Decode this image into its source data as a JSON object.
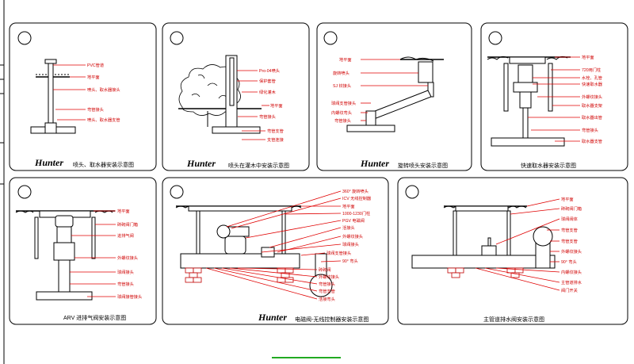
{
  "colors": {
    "label": "#d00000",
    "leader": "#e00000",
    "line": "#000000",
    "accent_line": "#22aa22"
  },
  "panels": [
    {
      "id": "p1",
      "logo": "Hunter",
      "caption": "喷头、取水器安装示意图",
      "labels": [
        "PVC管道",
        "地平面",
        "喷头、取水器接头",
        "弯管接头",
        "喷头、取水器支管"
      ]
    },
    {
      "id": "p2",
      "logo": "Hunter",
      "caption": "喷头在灌木中安装示意图",
      "labels": [
        "Pro-04喷头",
        "保护套管",
        "绿化灌木",
        "地平面",
        "弯管接头",
        "弯管支管",
        "支管连接"
      ]
    },
    {
      "id": "p3",
      "logo": "Hunter",
      "caption": "旋转喷头安装示意图",
      "labels": [
        "地平面",
        "旋转喷头",
        "SJ 铰接头",
        "球阀支管接头",
        "内螺纹弯头",
        "弯管接头"
      ]
    },
    {
      "id": "p4",
      "logo": "",
      "caption": "快速取水器安装示意图",
      "labels": [
        "地平面",
        "720用门柱",
        "水栓、孔管",
        "快速取水器",
        "外螺纹接头",
        "取水器支架",
        "取水器出管",
        "弯管接头",
        "取水器支管"
      ]
    },
    {
      "id": "p5",
      "logo": "",
      "caption": "ARV 进排气阀安装示意图",
      "labels": [
        "地平面",
        "砖砌阀门箱",
        "进排气阀",
        "外螺纹接头",
        "球阀接头",
        "弯管接头",
        "球阀接管接头"
      ]
    },
    {
      "id": "p6",
      "logo": "Hunter",
      "caption": "电磁阀-无线控制器安装示意图",
      "labels": [
        "360° 旋转喷头",
        "ICV 无线控制器",
        "地平面",
        "1000-1230门柱",
        "PGV 电磁阀",
        "活接头",
        "外螺纹接头",
        "球阀接头",
        "球阀支管接头",
        "90° 弯头",
        "砖砌阀",
        "外螺纹接头",
        "弯管接头",
        "弯管支管",
        "活接弯头"
      ]
    },
    {
      "id": "p7",
      "logo": "",
      "caption": "主管道排水阀安装示意图",
      "labels": [
        "地平面",
        "砖砌阀门箱",
        "球阀阀体",
        "弯管支管",
        "弯管支管",
        "外螺纹接头",
        "90° 弯头",
        "内螺纹接头",
        "主管道排水",
        "阀门开关"
      ]
    }
  ]
}
